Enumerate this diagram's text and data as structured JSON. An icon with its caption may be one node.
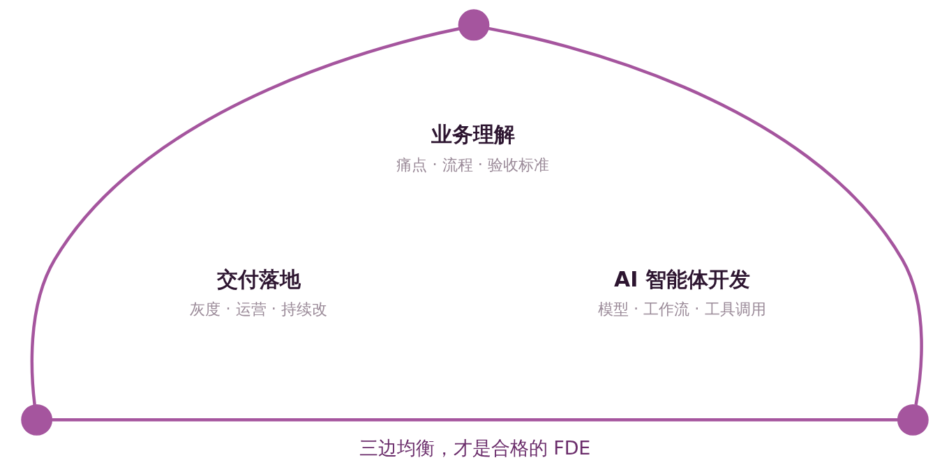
{
  "diagram": {
    "caption": "三边均衡，才是合格的 FDE",
    "nodes": [
      {
        "text": [],
        "shape": "circle",
        "beside": [
          "业务理解",
          "痛点 · 流程 · 验收标准"
        ]
      },
      {
        "text": [],
        "shape": "circle",
        "beside": [
          "交付落地",
          "灰度 · 运营 · 持续改"
        ]
      },
      {
        "text": [],
        "shape": "circle",
        "beside": [
          "AI 智能体开发",
          "模型 · 工作流 · 工具调用"
        ]
      }
    ],
    "edges": [
      {
        "from": 0,
        "to": 1,
        "arrow": "none"
      },
      {
        "from": 0,
        "to": 2,
        "arrow": "none"
      },
      {
        "from": 1,
        "to": 2,
        "arrow": "none"
      }
    ]
  }
}
